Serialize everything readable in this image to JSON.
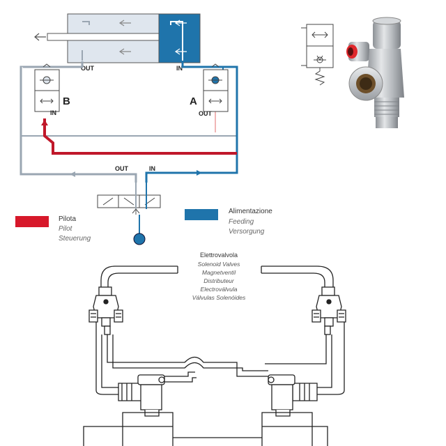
{
  "labels": {
    "out_top": "OUT",
    "in_top": "IN",
    "valve_b": "B",
    "valve_a": "A",
    "in_b": "IN",
    "out_a": "OUT",
    "out_bottom": "OUT",
    "in_bottom": "IN"
  },
  "legend": {
    "pilot": {
      "color": "#d7182a",
      "title": "Pilota",
      "lines": [
        "Pilot",
        "Steuerung"
      ]
    },
    "feeding": {
      "color": "#1f74ab",
      "title": "Alimentazione",
      "lines": [
        "Feeding",
        "Versorgung"
      ]
    }
  },
  "solenoid": {
    "title": "Elettrovalvola",
    "lines": [
      "Solenoid Valves",
      "Magnetventil",
      "Distributeur",
      "Electroválvula",
      "Válvulas Solenóides"
    ]
  },
  "colors": {
    "pipe_gray": "#9aa6b2",
    "pipe_blue": "#1f74ab",
    "pipe_red": "#c0182a",
    "cylinder_fill": "#dfe6ee",
    "product_metal": "#b9bcbf",
    "product_ring": "#e0282c"
  }
}
